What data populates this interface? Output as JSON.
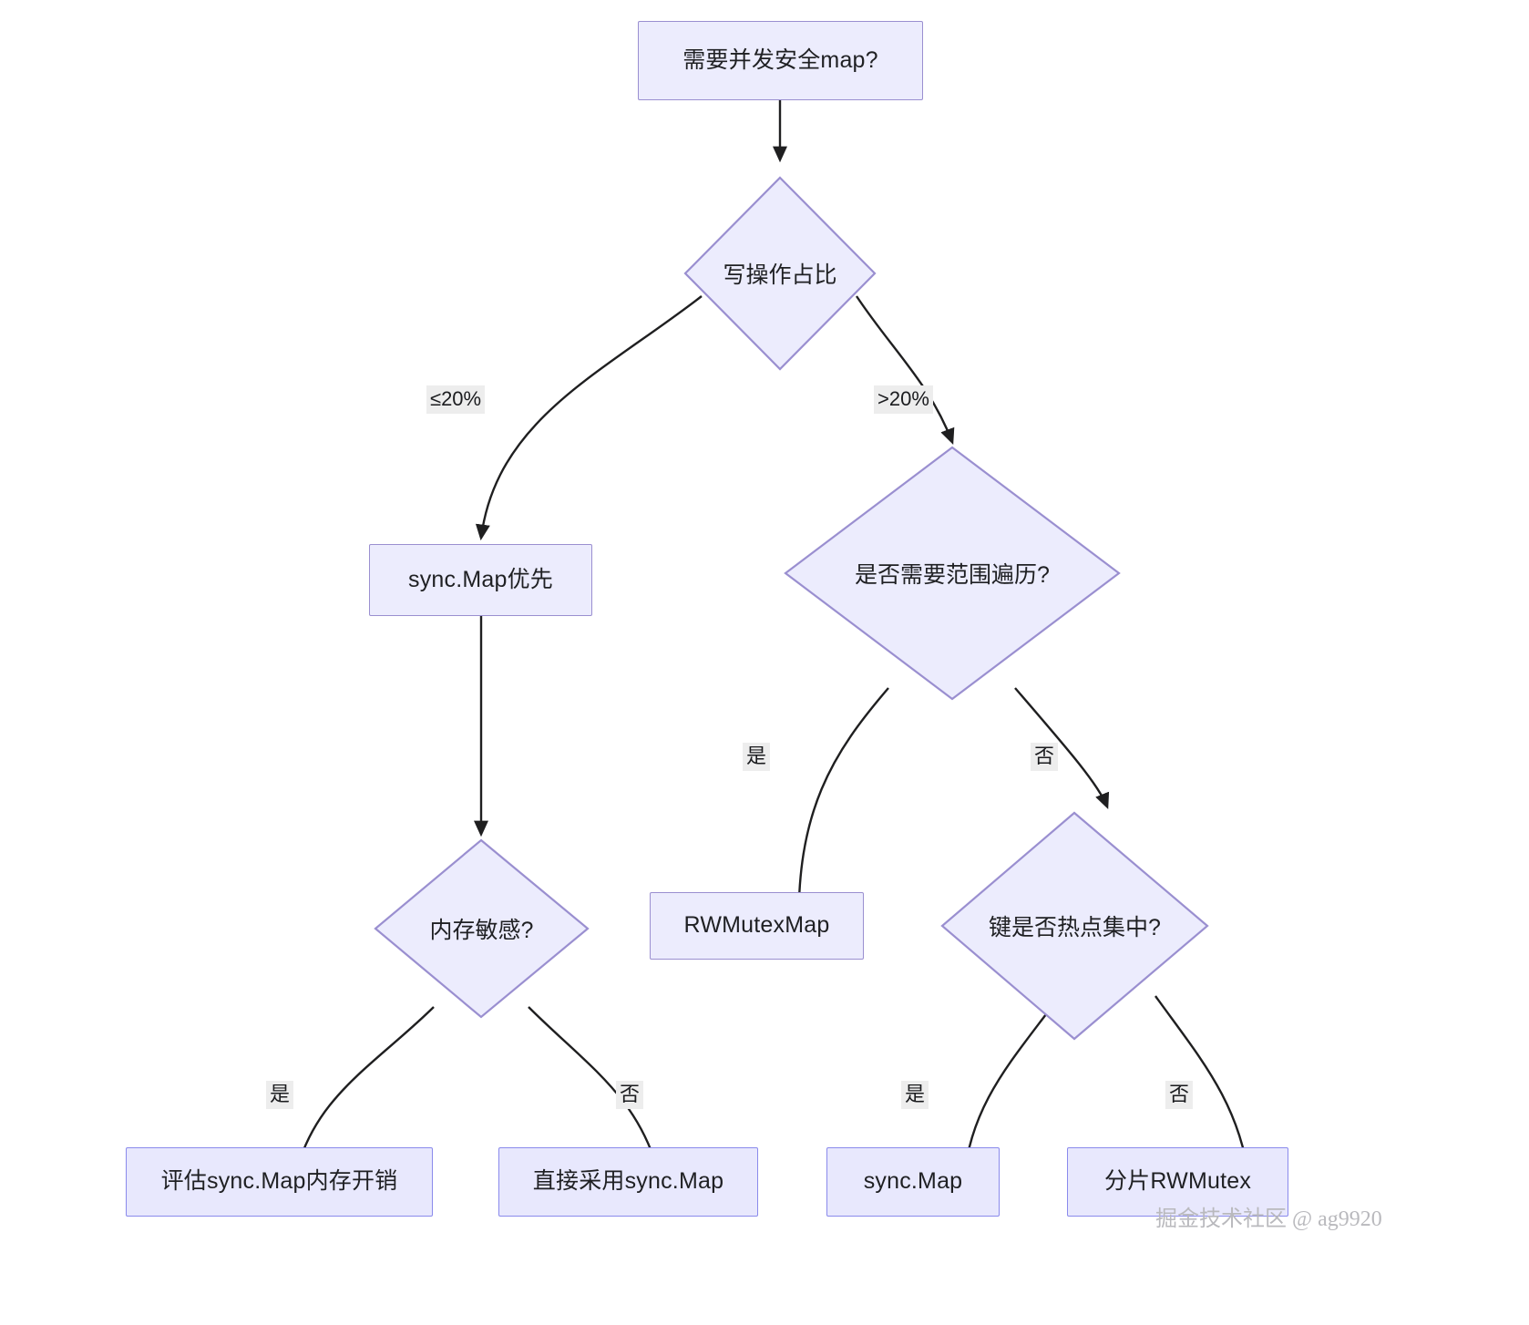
{
  "diagram": {
    "title": "Go concurrent map selection decision flowchart",
    "type": "flowchart",
    "theme": {
      "node_fill": "#ececfd",
      "node_stroke": "#9a8fd0",
      "leaf_fill": "#e8e8fd",
      "leaf_stroke": "#8a8aec",
      "edge_stroke": "#1f1f20",
      "label_bg": "#ededed",
      "text_color": "#1f2023",
      "background": "#ffffff"
    },
    "nodes": [
      {
        "id": "start",
        "shape": "rect",
        "label": "需要并发安全map?"
      },
      {
        "id": "writeRatio",
        "shape": "diamond",
        "label": "写操作占比"
      },
      {
        "id": "syncFirst",
        "shape": "rect",
        "label": "sync.Map优先"
      },
      {
        "id": "needRange",
        "shape": "diamond",
        "label": "是否需要范围遍历?"
      },
      {
        "id": "memSens",
        "shape": "diamond",
        "label": "内存敏感?"
      },
      {
        "id": "rwmutexMap",
        "shape": "rect",
        "label": "RWMutexMap"
      },
      {
        "id": "hotKeys",
        "shape": "diamond",
        "label": "键是否热点集中?"
      },
      {
        "id": "evalMem",
        "shape": "rect",
        "label": "评估sync.Map内存开销"
      },
      {
        "id": "useSync",
        "shape": "rect",
        "label": "直接采用sync.Map"
      },
      {
        "id": "syncMap",
        "shape": "rect",
        "label": "sync.Map"
      },
      {
        "id": "shardedRW",
        "shape": "rect",
        "label": "分片RWMutex"
      }
    ],
    "edges": [
      {
        "from": "start",
        "to": "writeRatio",
        "label": ""
      },
      {
        "from": "writeRatio",
        "to": "syncFirst",
        "label": "≤20%"
      },
      {
        "from": "writeRatio",
        "to": "needRange",
        "label": ">20%"
      },
      {
        "from": "syncFirst",
        "to": "memSens",
        "label": ""
      },
      {
        "from": "needRange",
        "to": "rwmutexMap",
        "label": "是"
      },
      {
        "from": "needRange",
        "to": "hotKeys",
        "label": "否"
      },
      {
        "from": "memSens",
        "to": "evalMem",
        "label": "是"
      },
      {
        "from": "memSens",
        "to": "useSync",
        "label": "否"
      },
      {
        "from": "hotKeys",
        "to": "syncMap",
        "label": "是"
      },
      {
        "from": "hotKeys",
        "to": "shardedRW",
        "label": "否"
      }
    ],
    "edge_labels": {
      "le20": "≤20%",
      "gt20": ">20%",
      "yes_range": "是",
      "no_range": "否",
      "yes_mem": "是",
      "no_mem": "否",
      "yes_hot": "是",
      "no_hot": "否"
    }
  },
  "watermark": {
    "text": "掘金技术社区 @ ag9920"
  }
}
